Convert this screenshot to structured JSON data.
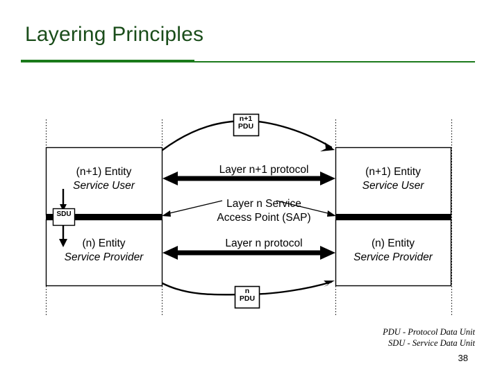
{
  "slide": {
    "title": "Layering Principles",
    "page_number": "38",
    "accent_color": "#1b7a1b",
    "title_color": "#1a4d1a"
  },
  "diagram": {
    "left_stack": {
      "upper_layer": {
        "line1": "(n+1) Entity",
        "line2": "Service User"
      },
      "lower_layer": {
        "line1": "(n) Entity",
        "line2": "Service Provider"
      },
      "sap_tag": "SDU"
    },
    "right_stack": {
      "upper_layer": {
        "line1": "(n+1) Entity",
        "line2": "Service User"
      },
      "lower_layer": {
        "line1": "(n) Entity",
        "line2": "Service Provider"
      }
    },
    "middle_labels": {
      "upper_protocol": "Layer n+1 protocol",
      "sap_line1": "Layer n Service",
      "sap_line2": "Access Point (SAP)",
      "lower_protocol": "Layer n protocol"
    },
    "pdu_top": {
      "line1": "n+1",
      "line2": "PDU"
    },
    "pdu_bottom": {
      "line1": "n",
      "line2": "PDU"
    }
  },
  "footer": {
    "legend_line1": "PDU - Protocol Data Unit",
    "legend_line2": "SDU - Service Data Unit"
  }
}
